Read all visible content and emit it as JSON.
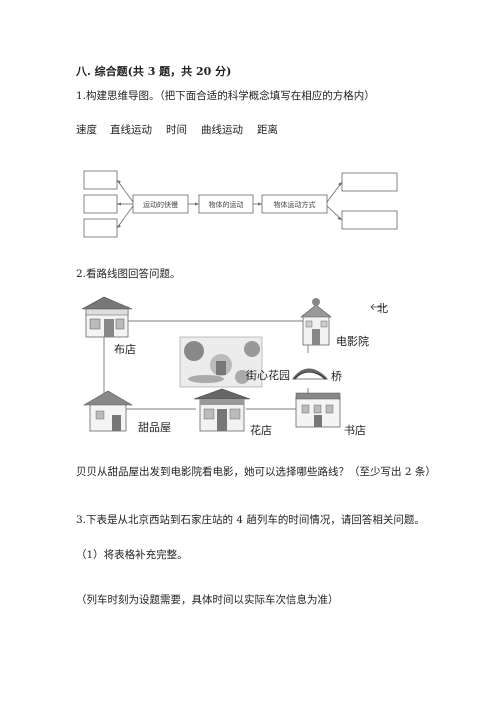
{
  "section": {
    "title": "八. 综合题(共 3 题，共 20 分)"
  },
  "q1": {
    "stem": "1.构建思维导图。（把下面合适的科学概念填写在相应的方格内）",
    "terms": [
      "速度",
      "直线运动",
      "时间",
      "曲线运动",
      "距离"
    ],
    "boxes": {
      "speed": "运动的快慢",
      "center": "物体的运动",
      "mode": "物体运动方式"
    }
  },
  "q2": {
    "stem": "2.看路线图回答问题。",
    "map": {
      "north": "北",
      "places": {
        "cloth": "布店",
        "cinema": "电影院",
        "park": "街心花园",
        "bridge": "桥",
        "sweet": "甜品屋",
        "flower": "花店",
        "book": "书店"
      }
    },
    "question": "贝贝从甜品屋出发到电影院看电影，她可以选择哪些路线？（至少写出 2 条）"
  },
  "q3": {
    "stem": "3.下表是从北京西站到石家庄站的 4 趟列车的时间情况，请回答相关问题。",
    "sub1": "（1）将表格补充完整。",
    "note": "（列车时刻为设题需要，具体时间以实际车次信息为准）"
  }
}
